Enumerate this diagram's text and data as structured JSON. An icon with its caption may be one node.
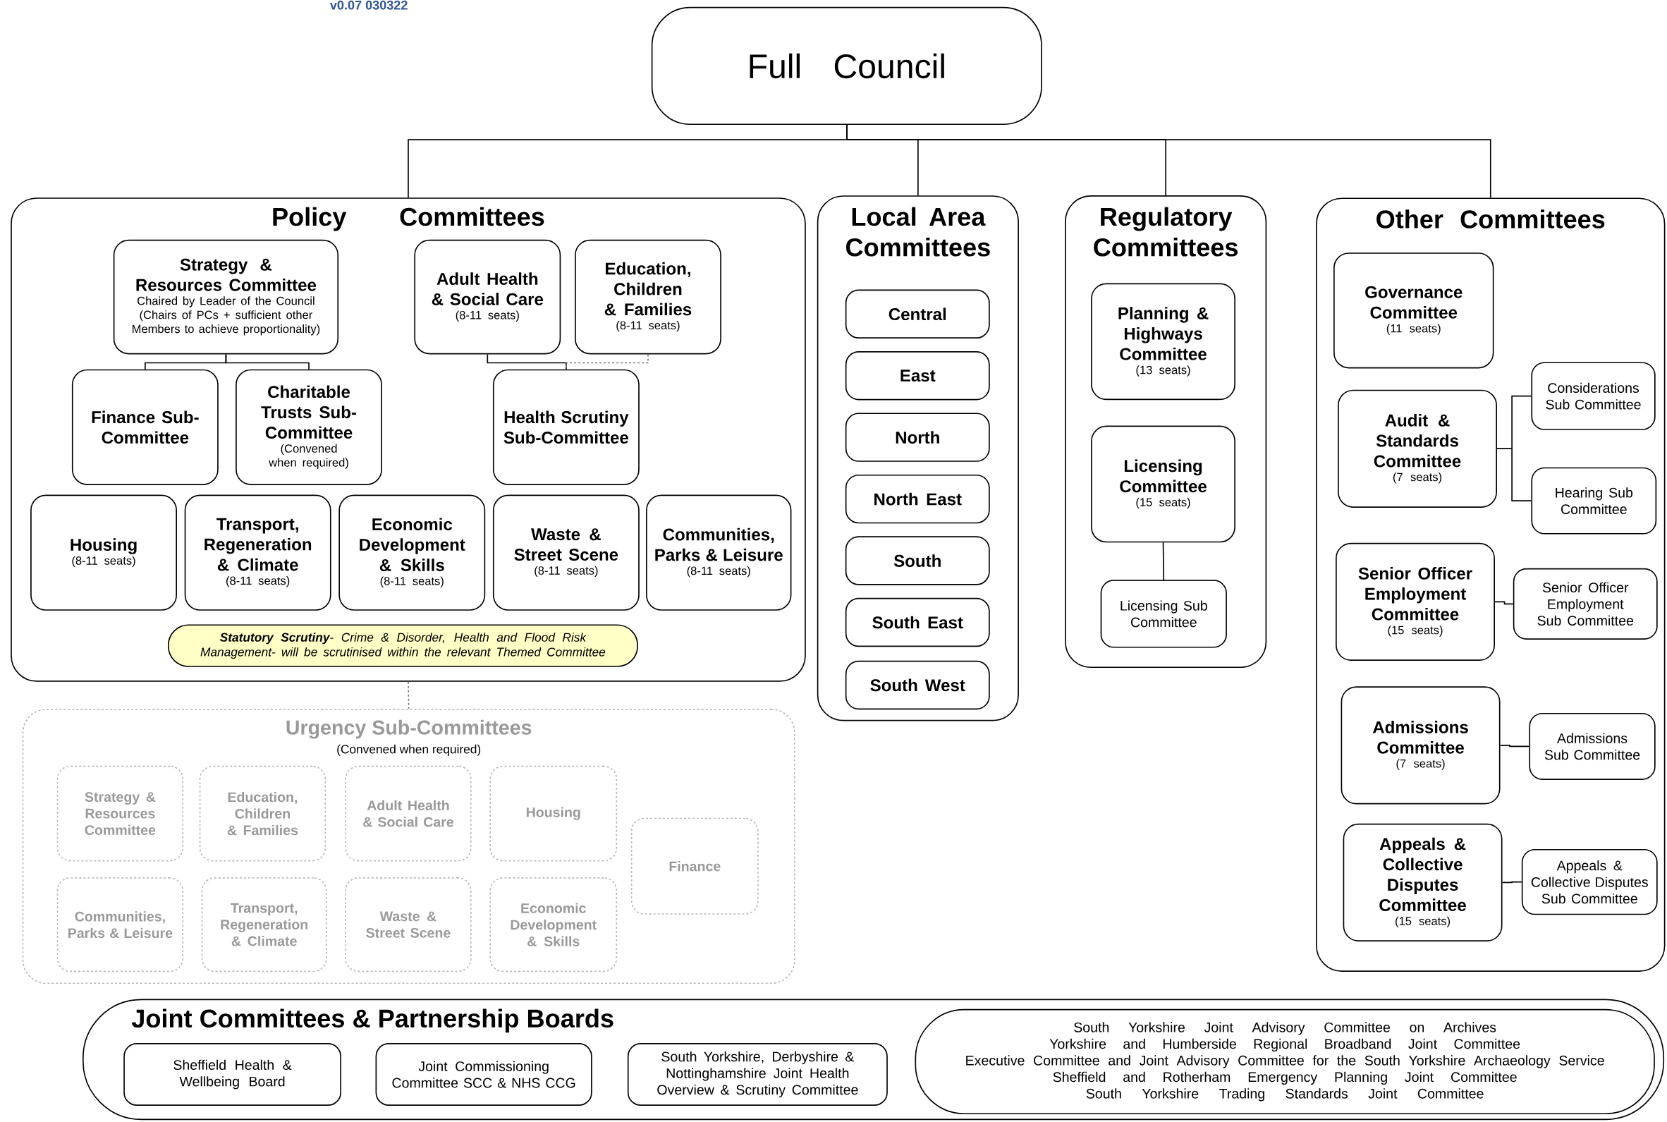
{
  "diagram": {
    "nodes": [
      {
        "text": [
          "Full Council"
        ]
      },
      {
        "text": [
          "Policy Committees"
        ]
      },
      {
        "text": [
          "Strategy & Resources Committee",
          "Chaired by Leader of the Council (Chairs of PCs + sufficient other Members to achieve proportionality)"
        ],
        "in": 1
      },
      {
        "text": [
          "Adult Health & Social Care",
          "(8-11 seats)"
        ],
        "in": 1
      },
      {
        "text": [
          "Education, Children & Families",
          "(8-11 seats)"
        ],
        "in": 1
      },
      {
        "text": [
          "Finance Sub-Committee"
        ],
        "in": 1
      },
      {
        "text": [
          "Charitable Trusts Sub-Committee",
          "(Convened when required)"
        ],
        "in": 1
      },
      {
        "text": [
          "Health Scrutiny Sub-Committee"
        ],
        "in": 1
      },
      {
        "text": [
          "Housing",
          "(8-11 seats)"
        ],
        "in": 1
      },
      {
        "text": [
          "Transport, Regeneration & Climate",
          "(8-11 seats)"
        ],
        "in": 1
      },
      {
        "text": [
          "Economic Development & Skills",
          "(8-11 seats)"
        ],
        "in": 1
      },
      {
        "text": [
          "Waste & Street Scene",
          "(8-11 seats)"
        ],
        "in": 1
      },
      {
        "text": [
          "Communities, Parks & Leisure",
          "(8-11 seats)"
        ],
        "in": 1
      },
      {
        "text": [
          "**Statutory Scrutiny**- Crime & Disorder, Health and Flood Risk Management- will be scrutinised within the relevant Themed Committee"
        ],
        "in": 1
      },
      {
        "text": [
          "Local Area Committees"
        ]
      },
      {
        "text": [
          "Central"
        ],
        "in": 14
      },
      {
        "text": [
          "East"
        ],
        "in": 14
      },
      {
        "text": [
          "North"
        ],
        "in": 14
      },
      {
        "text": [
          "North East"
        ],
        "in": 14
      },
      {
        "text": [
          "South"
        ],
        "in": 14
      },
      {
        "text": [
          "South East"
        ],
        "in": 14
      },
      {
        "text": [
          "South West"
        ],
        "in": 14
      },
      {
        "text": [
          "Regulatory Committees"
        ]
      },
      {
        "text": [
          "Planning & Highways Committee",
          "(13 seats)"
        ],
        "in": 22
      },
      {
        "text": [
          "Licensing Committee",
          "(15 seats)"
        ],
        "in": 22
      },
      {
        "text": [
          "Licensing Sub Committee"
        ],
        "in": 22
      },
      {
        "text": [
          "Other Committees"
        ]
      },
      {
        "text": [
          "Governance Committee",
          "(11 seats)"
        ],
        "in": 26
      },
      {
        "text": [
          "Audit & Standards Committee",
          "(7 seats)"
        ],
        "in": 26
      },
      {
        "text": [
          "Considerations Sub Committee"
        ],
        "in": 26
      },
      {
        "text": [
          "Hearing Sub Committee"
        ],
        "in": 26
      },
      {
        "text": [
          "Senior Officer Employment Committee",
          "(15 seats)"
        ],
        "in": 26
      },
      {
        "text": [
          "Senior Officer Employment Sub Committee"
        ],
        "in": 26
      },
      {
        "text": [
          "Admissions Committee",
          "(7 seats)"
        ],
        "in": 26
      },
      {
        "text": [
          "Admissions Sub Committee"
        ],
        "in": 26
      },
      {
        "text": [
          "Appeals & Collective Disputes Committee",
          "(15 seats)"
        ],
        "in": 26
      },
      {
        "text": [
          "Appeals & Collective Disputes Sub Committee"
        ],
        "in": 26
      },
      {
        "text": [
          "Urgency Sub-Committees",
          "(Convened when required)"
        ]
      },
      {
        "text": [
          "Strategy & Resources Committee"
        ],
        "in": 37
      },
      {
        "text": [
          "Education, Children & Families"
        ],
        "in": 37
      },
      {
        "text": [
          "Adult Health & Social Care"
        ],
        "in": 37
      },
      {
        "text": [
          "Housing"
        ],
        "in": 37
      },
      {
        "text": [
          "Finance"
        ],
        "in": 37
      },
      {
        "text": [
          "Communities, Parks & Leisure"
        ],
        "in": 37
      },
      {
        "text": [
          "Transport, Regeneration & Climate"
        ],
        "in": 37
      },
      {
        "text": [
          "Waste & Street Scene"
        ],
        "in": 37
      },
      {
        "text": [
          "Economic Development & Skills"
        ],
        "in": 37
      },
      {
        "text": [
          "Joint Committees & Partnership Boards"
        ]
      },
      {
        "text": [
          "Sheffield Health & Wellbeing Board"
        ],
        "in": 47
      },
      {
        "text": [
          "Joint Commissioning Committee SCC & NHS CCG"
        ],
        "in": 47
      },
      {
        "text": [
          "South Yorkshire, Derbyshire & Nottinghamshire Joint Health Overview & Scrutiny Committee"
        ],
        "in": 47
      },
      {
        "text": [
          "South Yorkshire Joint Advisory Committee on Archives",
          "Yorkshire and Humberside Regional Broadband Joint Committee",
          "Executive Committee and Joint Advisory Committee for the South Yorkshire Archaeology Service",
          "Sheffield and Rotherham Emergency Planning Joint Committee",
          "South Yorkshire Trading Standards Joint Committee"
        ],
        "in": 47
      }
    ],
    "edges": [
      {
        "from": 0,
        "to": 1,
        "arrow": "none"
      },
      {
        "from": 0,
        "to": 14,
        "arrow": "none"
      },
      {
        "from": 0,
        "to": 22,
        "arrow": "none"
      },
      {
        "from": 0,
        "to": 26,
        "arrow": "none"
      },
      {
        "from": 2,
        "to": 5,
        "arrow": "none"
      },
      {
        "from": 2,
        "to": 6,
        "arrow": "none"
      },
      {
        "from": 3,
        "to": 7,
        "arrow": "none"
      },
      {
        "from": 4,
        "to": 7,
        "arrow": "none",
        "style": "dashed",
        "color": "#777777"
      },
      {
        "from": 1,
        "to": 37,
        "arrow": "none",
        "style": "dashed",
        "color": "#777777"
      },
      {
        "from": 24,
        "to": 25,
        "arrow": "none"
      },
      {
        "from": 28,
        "to": 29,
        "arrow": "none"
      },
      {
        "from": 28,
        "to": 30,
        "arrow": "none"
      },
      {
        "from": 31,
        "to": 32,
        "arrow": "none"
      },
      {
        "from": 33,
        "to": 34,
        "arrow": "none"
      },
      {
        "from": 35,
        "to": 36,
        "arrow": "none"
      }
    ],
    "labels": [
      "v0.07 030322"
    ]
  }
}
